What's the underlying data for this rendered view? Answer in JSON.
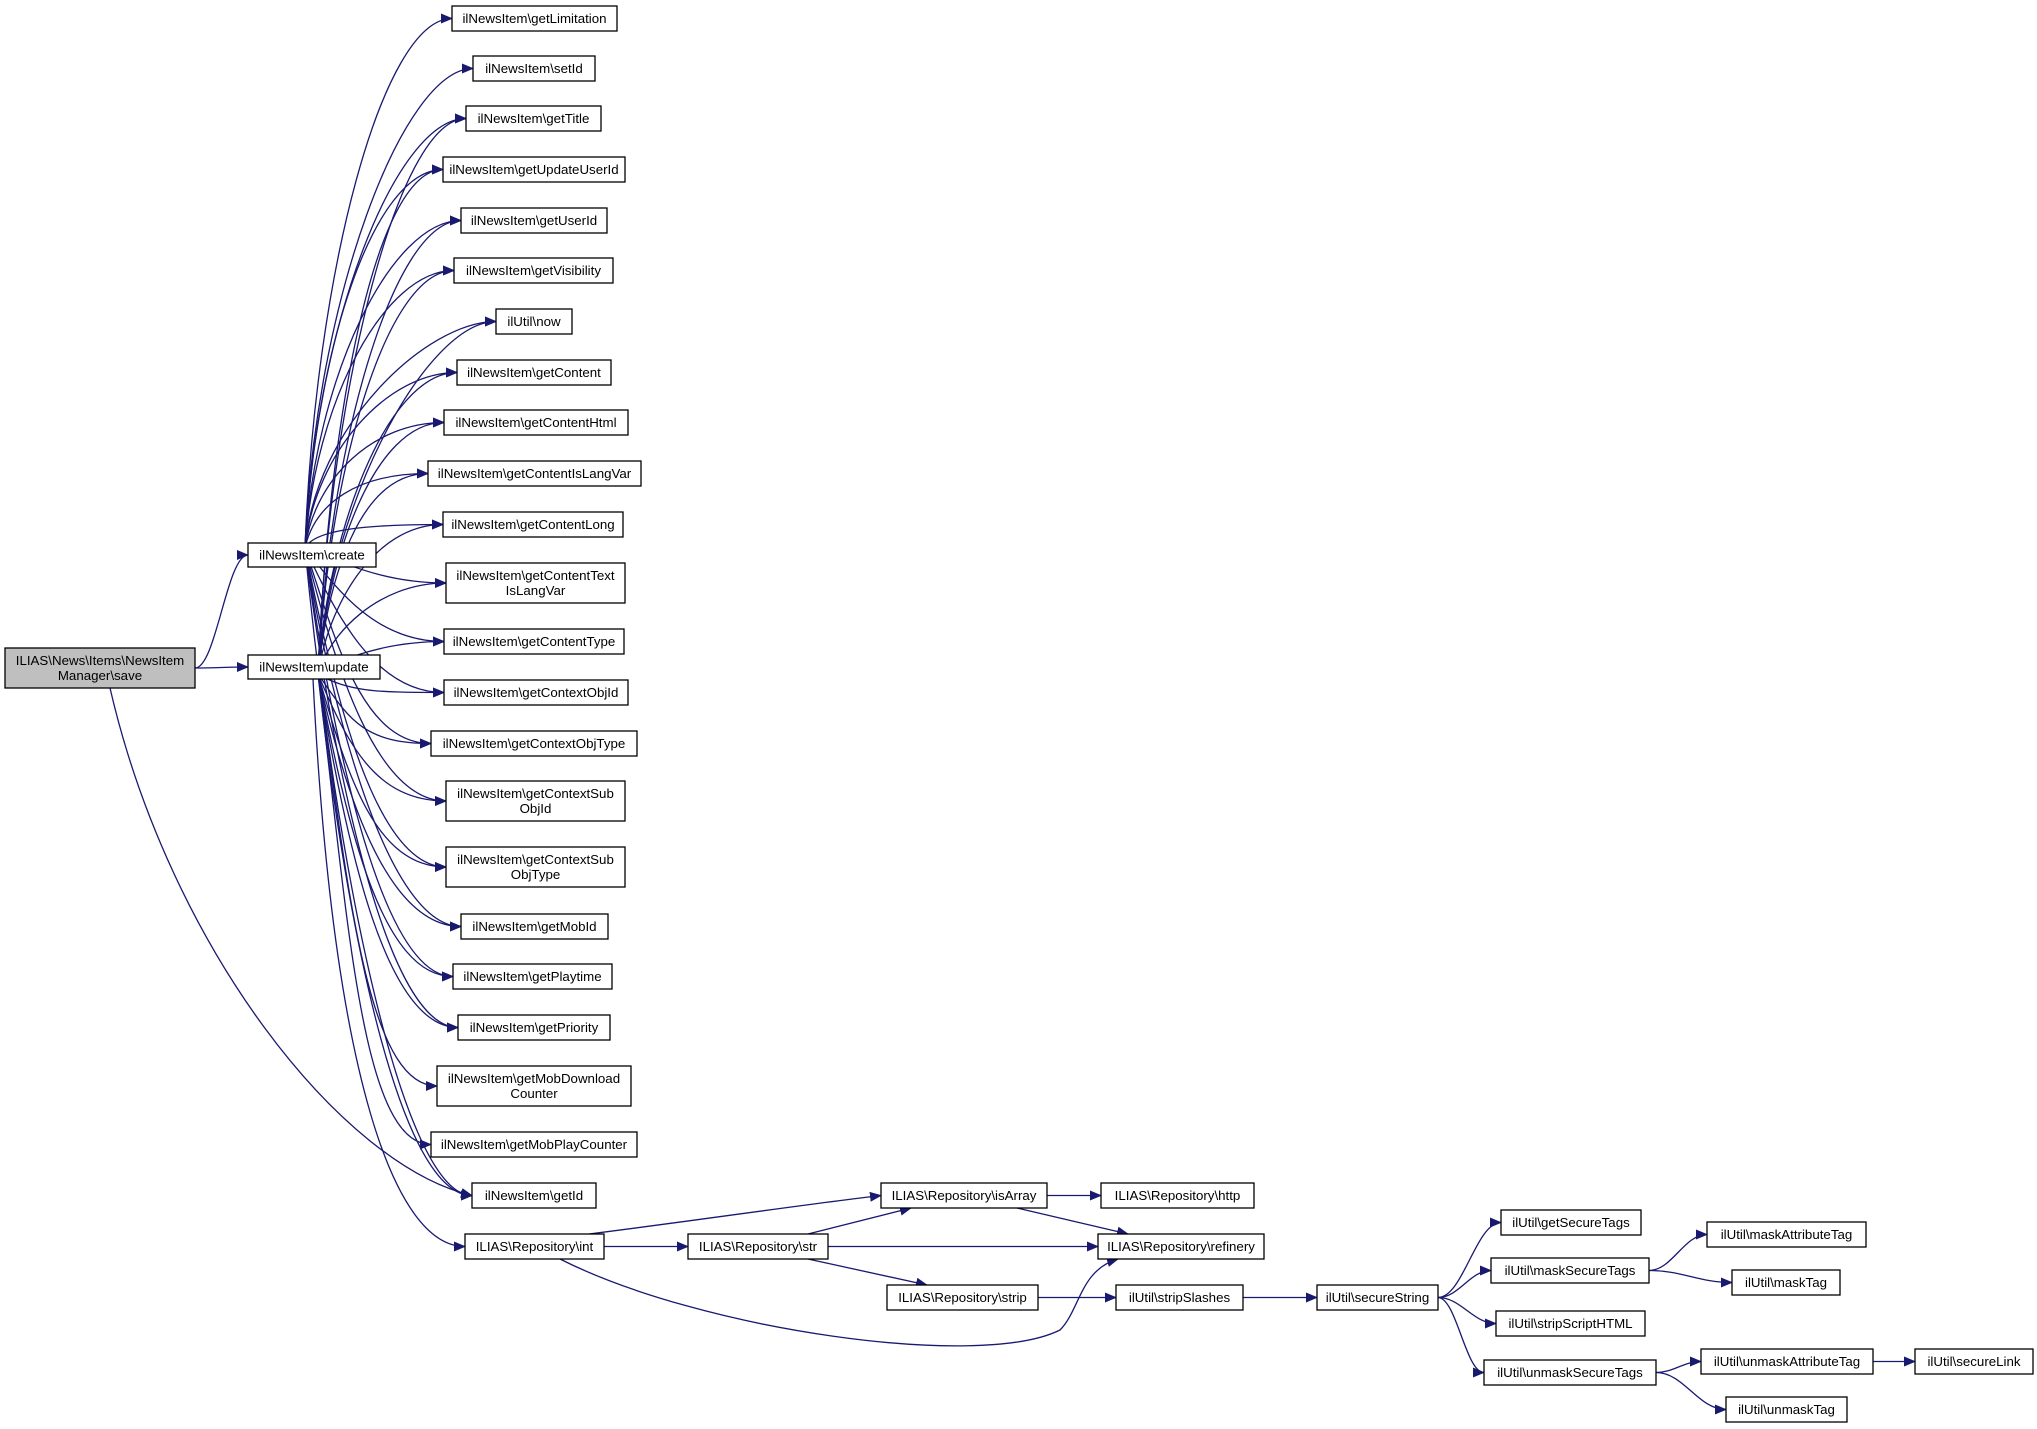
{
  "colors": {
    "background": "#ffffff",
    "edge": "#191970",
    "node_border": "#000000",
    "node_fill": "#ffffff",
    "root_fill": "#bfbfbf"
  },
  "nodes": [
    {
      "id": "root",
      "lines": [
        "ILIAS\\News\\Items\\NewsItem",
        "Manager\\save"
      ],
      "highlight": true
    },
    {
      "id": "create",
      "lines": [
        "ilNewsItem\\create"
      ]
    },
    {
      "id": "update",
      "lines": [
        "ilNewsItem\\update"
      ]
    },
    {
      "id": "getLimitation",
      "lines": [
        "ilNewsItem\\getLimitation"
      ]
    },
    {
      "id": "setId",
      "lines": [
        "ilNewsItem\\setId"
      ]
    },
    {
      "id": "getTitle",
      "lines": [
        "ilNewsItem\\getTitle"
      ]
    },
    {
      "id": "getUpdateUserId",
      "lines": [
        "ilNewsItem\\getUpdateUserId"
      ]
    },
    {
      "id": "getUserId",
      "lines": [
        "ilNewsItem\\getUserId"
      ]
    },
    {
      "id": "getVisibility",
      "lines": [
        "ilNewsItem\\getVisibility"
      ]
    },
    {
      "id": "now",
      "lines": [
        "ilUtil\\now"
      ]
    },
    {
      "id": "getContent",
      "lines": [
        "ilNewsItem\\getContent"
      ]
    },
    {
      "id": "getContentHtml",
      "lines": [
        "ilNewsItem\\getContentHtml"
      ]
    },
    {
      "id": "getContentIsLangVar",
      "lines": [
        "ilNewsItem\\getContentIsLangVar"
      ]
    },
    {
      "id": "getContentLong",
      "lines": [
        "ilNewsItem\\getContentLong"
      ]
    },
    {
      "id": "getContentTextIsLangVar",
      "lines": [
        "ilNewsItem\\getContentText",
        "IsLangVar"
      ]
    },
    {
      "id": "getContentType",
      "lines": [
        "ilNewsItem\\getContentType"
      ]
    },
    {
      "id": "getContextObjId",
      "lines": [
        "ilNewsItem\\getContextObjId"
      ]
    },
    {
      "id": "getContextObjType",
      "lines": [
        "ilNewsItem\\getContextObjType"
      ]
    },
    {
      "id": "getContextSubObjId",
      "lines": [
        "ilNewsItem\\getContextSub",
        "ObjId"
      ]
    },
    {
      "id": "getContextSubObjType",
      "lines": [
        "ilNewsItem\\getContextSub",
        "ObjType"
      ]
    },
    {
      "id": "getMobId",
      "lines": [
        "ilNewsItem\\getMobId"
      ]
    },
    {
      "id": "getPlaytime",
      "lines": [
        "ilNewsItem\\getPlaytime"
      ]
    },
    {
      "id": "getPriority",
      "lines": [
        "ilNewsItem\\getPriority"
      ]
    },
    {
      "id": "getMobDownloadCounter",
      "lines": [
        "ilNewsItem\\getMobDownload",
        "Counter"
      ]
    },
    {
      "id": "getMobPlayCounter",
      "lines": [
        "ilNewsItem\\getMobPlayCounter"
      ]
    },
    {
      "id": "getId",
      "lines": [
        "ilNewsItem\\getId"
      ]
    },
    {
      "id": "int",
      "lines": [
        "ILIAS\\Repository\\int"
      ]
    },
    {
      "id": "isArray",
      "lines": [
        "ILIAS\\Repository\\isArray"
      ]
    },
    {
      "id": "http",
      "lines": [
        "ILIAS\\Repository\\http"
      ]
    },
    {
      "id": "str",
      "lines": [
        "ILIAS\\Repository\\str"
      ]
    },
    {
      "id": "refinery",
      "lines": [
        "ILIAS\\Repository\\refinery"
      ]
    },
    {
      "id": "strip",
      "lines": [
        "ILIAS\\Repository\\strip"
      ]
    },
    {
      "id": "stripSlashes",
      "lines": [
        "ilUtil\\stripSlashes"
      ]
    },
    {
      "id": "secureString",
      "lines": [
        "ilUtil\\secureString"
      ]
    },
    {
      "id": "getSecureTags",
      "lines": [
        "ilUtil\\getSecureTags"
      ]
    },
    {
      "id": "maskSecureTags",
      "lines": [
        "ilUtil\\maskSecureTags"
      ]
    },
    {
      "id": "stripScriptHTML",
      "lines": [
        "ilUtil\\stripScriptHTML"
      ]
    },
    {
      "id": "unmaskSecureTags",
      "lines": [
        "ilUtil\\unmaskSecureTags"
      ]
    },
    {
      "id": "maskAttributeTag",
      "lines": [
        "ilUtil\\maskAttributeTag"
      ]
    },
    {
      "id": "maskTag",
      "lines": [
        "ilUtil\\maskTag"
      ]
    },
    {
      "id": "unmaskAttributeTag",
      "lines": [
        "ilUtil\\unmaskAttributeTag"
      ]
    },
    {
      "id": "unmaskTag",
      "lines": [
        "ilUtil\\unmaskTag"
      ]
    },
    {
      "id": "secureLink",
      "lines": [
        "ilUtil\\secureLink"
      ]
    }
  ],
  "edges": [
    [
      "root",
      "create"
    ],
    [
      "root",
      "update"
    ],
    [
      "root",
      "getId"
    ],
    [
      "create",
      "getLimitation"
    ],
    [
      "create",
      "setId"
    ],
    [
      "create",
      "getTitle"
    ],
    [
      "create",
      "getUpdateUserId"
    ],
    [
      "create",
      "getUserId"
    ],
    [
      "create",
      "getVisibility"
    ],
    [
      "create",
      "now"
    ],
    [
      "create",
      "getContent"
    ],
    [
      "create",
      "getContentHtml"
    ],
    [
      "create",
      "getContentIsLangVar"
    ],
    [
      "create",
      "getContentLong"
    ],
    [
      "create",
      "getContentTextIsLangVar"
    ],
    [
      "create",
      "getContentType"
    ],
    [
      "create",
      "getContextObjId"
    ],
    [
      "create",
      "getContextObjType"
    ],
    [
      "create",
      "getContextSubObjId"
    ],
    [
      "create",
      "getContextSubObjType"
    ],
    [
      "create",
      "getMobId"
    ],
    [
      "create",
      "getPlaytime"
    ],
    [
      "create",
      "getPriority"
    ],
    [
      "create",
      "getId"
    ],
    [
      "update",
      "getTitle"
    ],
    [
      "update",
      "getUpdateUserId"
    ],
    [
      "update",
      "getUserId"
    ],
    [
      "update",
      "getVisibility"
    ],
    [
      "update",
      "now"
    ],
    [
      "update",
      "getContent"
    ],
    [
      "update",
      "getContentHtml"
    ],
    [
      "update",
      "getContentIsLangVar"
    ],
    [
      "update",
      "getContentLong"
    ],
    [
      "update",
      "getContentTextIsLangVar"
    ],
    [
      "update",
      "getContentType"
    ],
    [
      "update",
      "getContextObjId"
    ],
    [
      "update",
      "getContextObjType"
    ],
    [
      "update",
      "getContextSubObjId"
    ],
    [
      "update",
      "getContextSubObjType"
    ],
    [
      "update",
      "getMobId"
    ],
    [
      "update",
      "getPlaytime"
    ],
    [
      "update",
      "getPriority"
    ],
    [
      "update",
      "getMobDownloadCounter"
    ],
    [
      "update",
      "getMobPlayCounter"
    ],
    [
      "update",
      "getId"
    ],
    [
      "update",
      "int"
    ],
    [
      "int",
      "isArray"
    ],
    [
      "int",
      "str"
    ],
    [
      "int",
      "refinery"
    ],
    [
      "isArray",
      "http"
    ],
    [
      "isArray",
      "refinery"
    ],
    [
      "str",
      "isArray"
    ],
    [
      "str",
      "refinery"
    ],
    [
      "str",
      "strip"
    ],
    [
      "strip",
      "stripSlashes"
    ],
    [
      "stripSlashes",
      "secureString"
    ],
    [
      "secureString",
      "getSecureTags"
    ],
    [
      "secureString",
      "maskSecureTags"
    ],
    [
      "secureString",
      "stripScriptHTML"
    ],
    [
      "secureString",
      "unmaskSecureTags"
    ],
    [
      "maskSecureTags",
      "maskAttributeTag"
    ],
    [
      "maskSecureTags",
      "maskTag"
    ],
    [
      "unmaskSecureTags",
      "unmaskAttributeTag"
    ],
    [
      "unmaskSecureTags",
      "unmaskTag"
    ],
    [
      "unmaskAttributeTag",
      "secureLink"
    ]
  ]
}
